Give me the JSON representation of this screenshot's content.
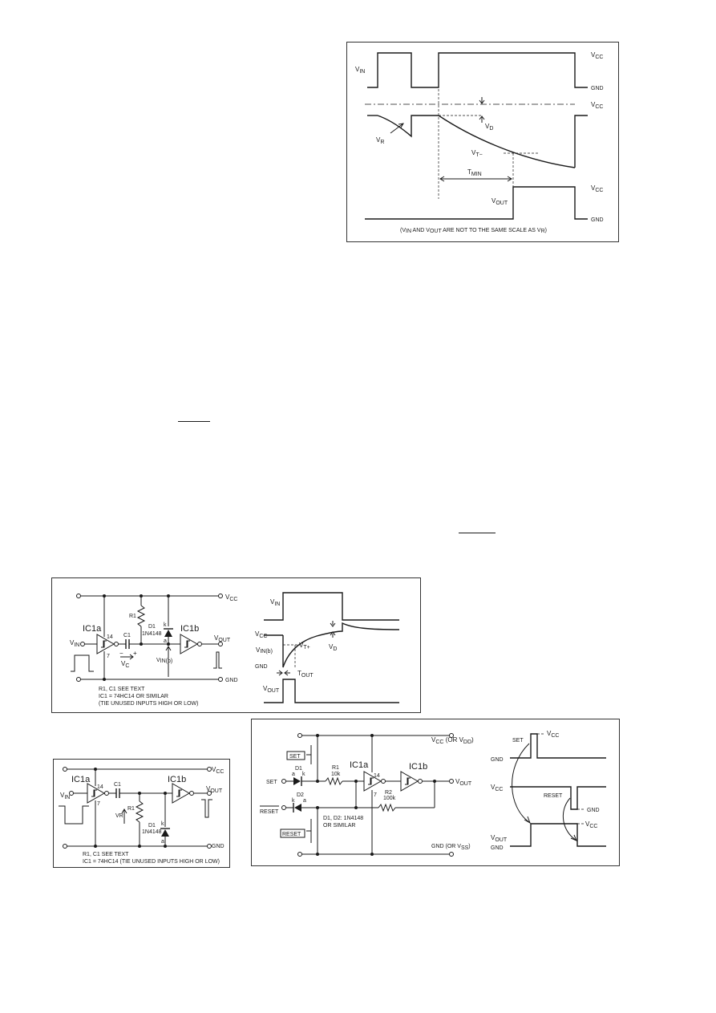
{
  "figure_top": {
    "vcc": "V",
    "vcc_sub": "CC",
    "gnd": "GND",
    "vin": "V",
    "vin_sub": "IN",
    "vr": "V",
    "vr_sub": "R",
    "vd": "V",
    "vd_sub": "D",
    "vtminus": "V",
    "vtminus_sub": "T−",
    "tmin": "T",
    "tmin_sub": "MIN",
    "vout": "V",
    "vout_sub": "OUT",
    "note_pre": "(V",
    "note_in_sub": "IN",
    "note_mid": " AND V",
    "note_out_sub": "OUT",
    "note_post": " ARE NOT TO THE SAME SCALE AS V",
    "note_r_sub": "R",
    "note_close": ")"
  },
  "figure_mid": {
    "vcc": "V",
    "vcc_sub": "CC",
    "gnd": "GND",
    "ic1a": "IC1a",
    "ic1b": "IC1b",
    "pin14": "14",
    "pin7": "7",
    "r1": "R1",
    "c1": "C1",
    "d1": "D1",
    "d1_part": "1N4148",
    "k": "k",
    "a": "a",
    "vin": "V",
    "vin_sub": "IN",
    "vc": "V",
    "vc_sub": "C",
    "vinb": "V",
    "vinb_sub": "IN(b)",
    "vout": "V",
    "vout_sub": "OUT",
    "minus": "−",
    "plus": "+",
    "note1": "R1, C1 SEE TEXT",
    "note2": "IC1 = 74HC14 OR SIMILAR",
    "note3": "(TIE UNUSED INPUTS HIGH OR LOW)",
    "w_vin": "V",
    "w_vin_sub": "IN",
    "w_vcc": "V",
    "w_vcc_sub": "CC",
    "w_vinb": "V",
    "w_vinb_sub": "IN(b)",
    "w_vt": "V",
    "w_vt_sub": "T+",
    "w_vd": "V",
    "w_vd_sub": "D",
    "w_gnd": "GND",
    "w_tout": "T",
    "w_tout_sub": "OUT",
    "w_vout": "V",
    "w_vout_sub": "OUT"
  },
  "figure_bl": {
    "vcc": "V",
    "vcc_sub": "CC",
    "gnd": "GND",
    "ic1a": "IC1a",
    "ic1b": "IC1b",
    "pin14": "14",
    "pin7": "7",
    "c1": "C1",
    "vr": "VR",
    "r1": "R1",
    "d1": "D1",
    "d1_part": "1N4148",
    "k": "k",
    "a": "a",
    "vin": "V",
    "vin_sub": "IN",
    "vout": "V",
    "vout_sub": "OUT",
    "note1": "R1, C1 SEE TEXT",
    "note2": "IC1 = 74HC14 (TIE UNUSED INPUTS HIGH OR LOW)"
  },
  "figure_br": {
    "vcc": "V",
    "vcc_sub": "CC",
    "vcc_alt": " (OR V",
    "vdd_sub": "DD",
    "close": ")",
    "gnd": "GND",
    "gnd_alt": " (OR V",
    "vss_sub": "SS",
    "set_btn": "SET",
    "reset_btn": "RESET",
    "set": "SET",
    "reset": "RESET",
    "d1": "D1",
    "d2": "D2",
    "r1": "R1",
    "r1_val": "10k",
    "r2": "R2",
    "r2_val": "100k",
    "ic1a": "IC1a",
    "ic1b": "IC1b",
    "pin14": "14",
    "pin7": "7",
    "k": "k",
    "a": "a",
    "diode_note1": "D1, D2: 1N4148",
    "diode_note2": "OR SIMILAR",
    "vout": "V",
    "vout_sub": "OUT",
    "w_set": "SET",
    "w_reset": "RESET",
    "w_vcc": "V",
    "w_vcc_sub": "CC",
    "w_gnd": "GND",
    "w_vout": "V",
    "w_vout_sub": "OUT"
  }
}
